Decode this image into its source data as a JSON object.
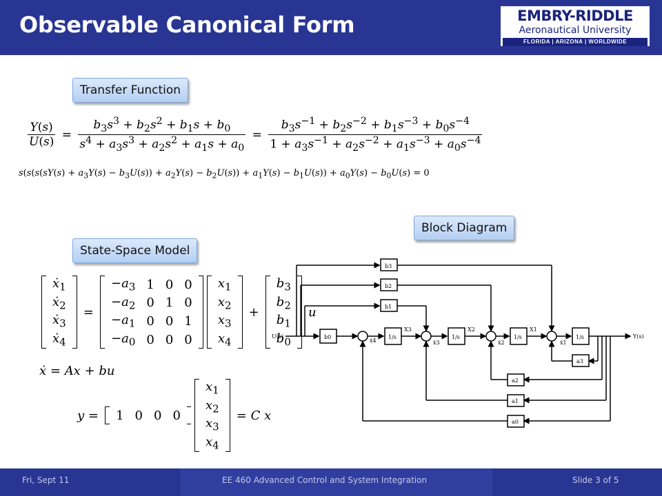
{
  "slide": {
    "title": "Observable Canonical Form",
    "logo": {
      "line1": "EMBRY-RIDDLE",
      "line2": "Aeronautical University",
      "line3": "FLORIDA | ARIZONA | WORLDWIDE"
    },
    "labels": {
      "transfer_function": "Transfer Function",
      "block_diagram": "Block Diagram",
      "state_space": "State-Space Model"
    },
    "footer": {
      "date": "Fri, Sept 11",
      "course": "EE 460 Advanced Control and System Integration",
      "slide_number": "Slide 3 of 5"
    },
    "diagram": {
      "input": "U(s)",
      "output": "Y(s)",
      "b0": "b0",
      "b1": "b1",
      "b2": "b2",
      "b3": "b3",
      "a0": "a0",
      "a1": "a1",
      "a2": "a2",
      "a3": "a3",
      "integrator": "1/s",
      "x1": "X1",
      "x2": "X2",
      "x3": "X3",
      "xd1": "ẋ1",
      "xd2": "ẋ2",
      "xd3": "ẋ3",
      "xd4": "ẋ4"
    }
  },
  "colors": {
    "header": "#283593",
    "label_fill": "#c5d9f1",
    "label_border": "#7fa8dd"
  }
}
